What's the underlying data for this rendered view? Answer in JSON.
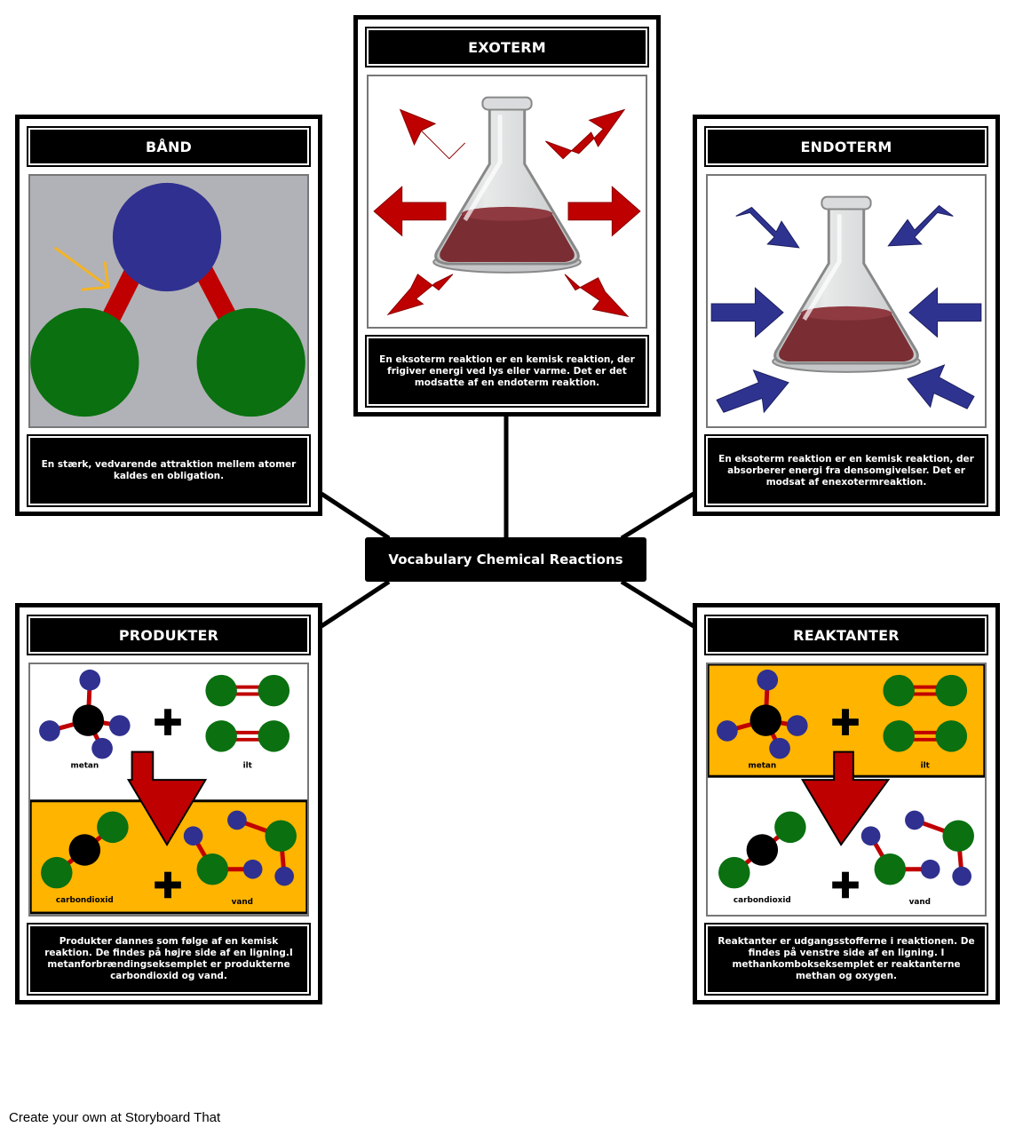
{
  "center": {
    "title": "Vocabulary Chemical Reactions"
  },
  "cards": {
    "band": {
      "title": "BÅND",
      "description": "En stærk, vedvarende attraktion mellem atomer kaldes en obligation."
    },
    "exoterm": {
      "title": "EXOTERM",
      "description": "En eksoterm reaktion er en kemisk reaktion, der frigiver energi ved lys eller varme. Det er det modsatte af en endoterm reaktion."
    },
    "endoterm": {
      "title": "ENDOTERM",
      "description": "En eksoterm reaktion er en kemisk reaktion, der absorberer energi fra densomgivelser. Det er modsat af enexotermreaktion."
    },
    "produkter": {
      "title": "PRODUKTER",
      "description": "Produkter dannes som følge af en kemisk reaktion. De findes på højre side af en ligning.I metanforbrændingseksemplet er produkterne carbondioxid og vand.",
      "labels": {
        "methane": "metan",
        "oxygen": "ilt",
        "co2": "carbondioxid",
        "water": "vand"
      }
    },
    "reaktanter": {
      "title": "REAKTANTER",
      "description": "Reaktanter er udgangsstofferne i reaktionen. De findes på venstre side af en ligning. I methankombokseksemplet er reaktanterne methan og oxygen.",
      "labels": {
        "methane": "metan",
        "oxygen": "ilt",
        "co2": "carbondioxid",
        "water": "vand"
      }
    }
  },
  "footer": {
    "text": "Create your own at Storyboard That"
  },
  "colors": {
    "highlight": "#ffb400",
    "arrow_red": "#bf0000",
    "arrow_blue": "#2f3390",
    "atom_green": "#0a7010",
    "atom_blue": "#303090",
    "bond_red": "#c00000",
    "flask_liquid": "#7a2e33"
  }
}
